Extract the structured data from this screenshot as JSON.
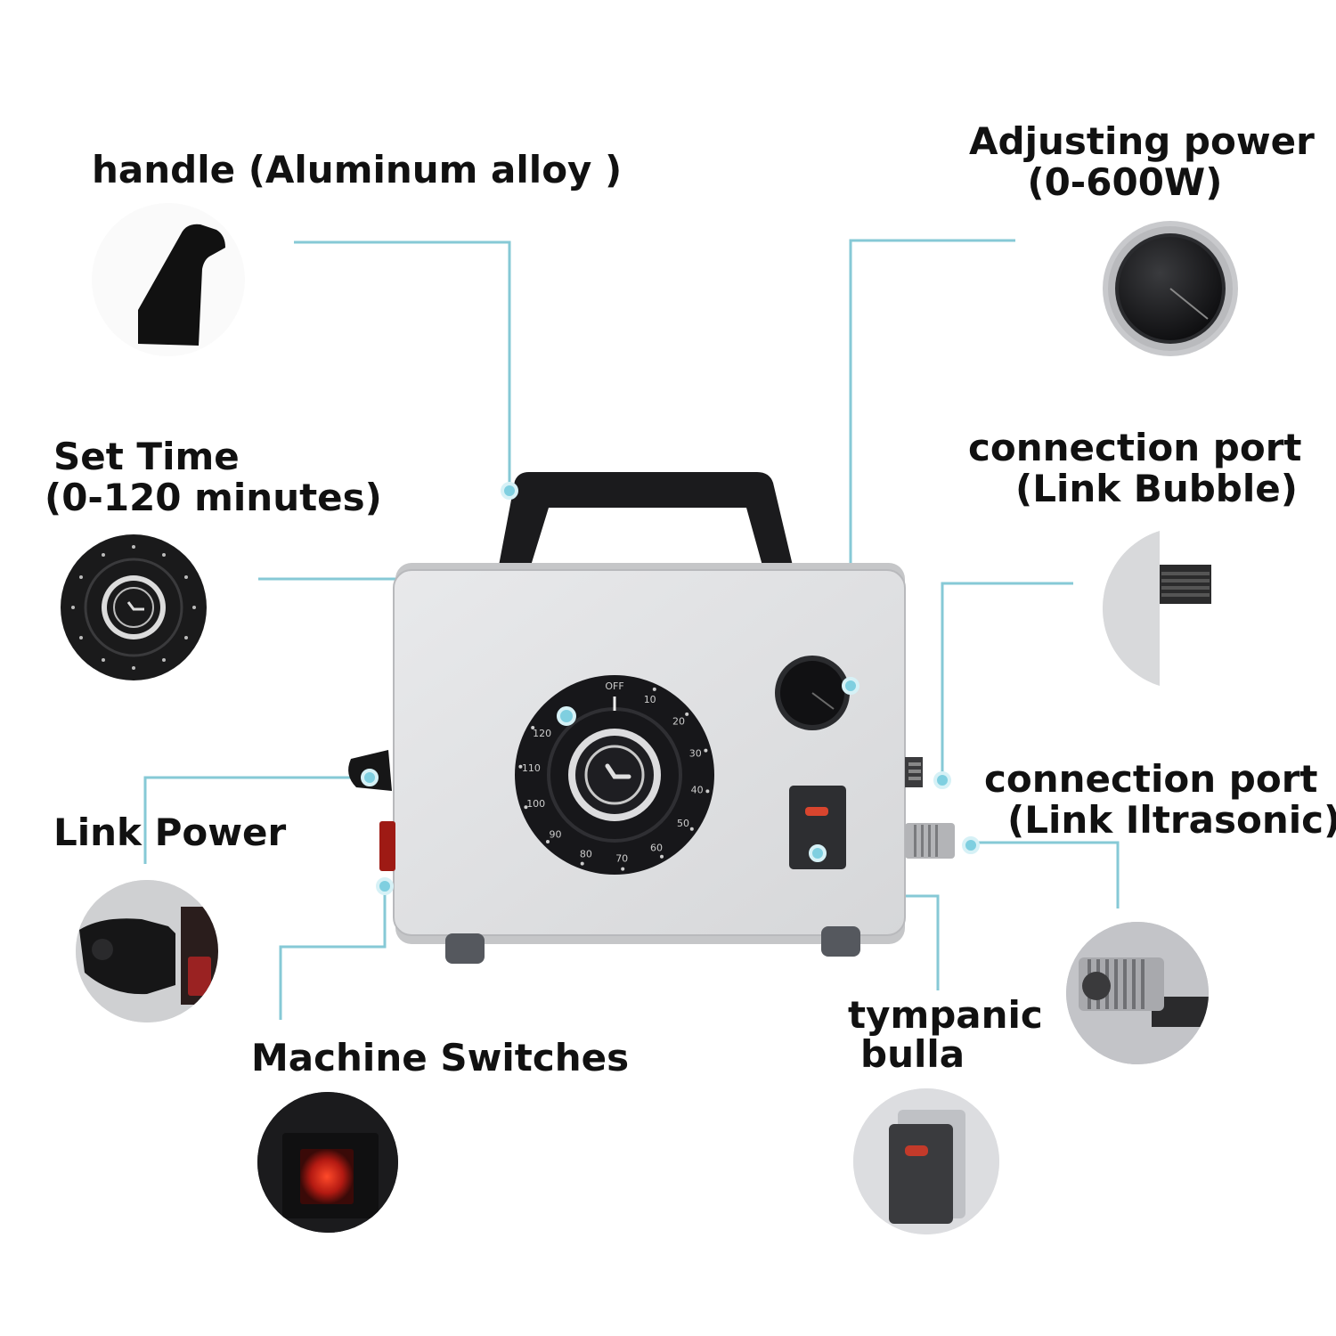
{
  "labels": {
    "handle": {
      "line1": "handle (Aluminum alloy )"
    },
    "adjusting_power": {
      "line1": "Adjusting power",
      "line2": "(0-600W)"
    },
    "set_time": {
      "line1": "Set Time",
      "line2": "(0-120 minutes)"
    },
    "bubble_port": {
      "line1": "connection port",
      "line2": "(Link Bubble)"
    },
    "ultrasonic_port": {
      "line1": "connection port",
      "line2": "(Link Iltrasonic)"
    },
    "link_power": {
      "line1": "Link Power"
    },
    "machine_switches": {
      "line1": "Machine Switches"
    },
    "tympanic_bulla": {
      "line1": "tympanic",
      "line2": "bulla"
    }
  },
  "dial": {
    "off": "OFF",
    "ticks": [
      "10",
      "20",
      "30",
      "40",
      "50",
      "60",
      "70",
      "80",
      "90",
      "100",
      "110",
      "120"
    ]
  },
  "colors": {
    "leader": "#86c9d6",
    "marker": "#7fcfe0",
    "panel": "#dedfe1",
    "body_dark": "#1b1b1d",
    "indicator": "#e0442a"
  },
  "icons": [
    "clock-icon"
  ]
}
